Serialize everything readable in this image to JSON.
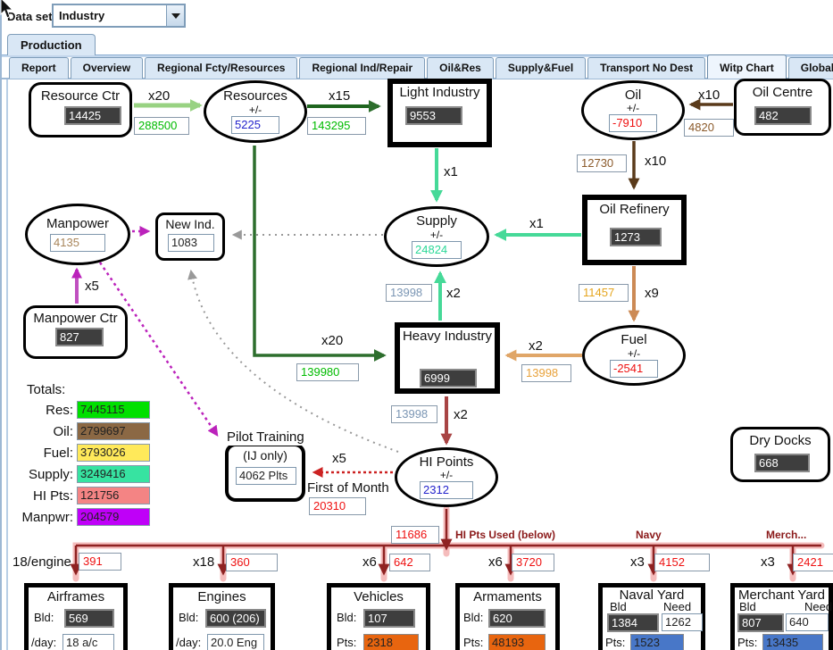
{
  "toolbar": {
    "dataset_label": "Data set:",
    "dataset_value": "Industry"
  },
  "tabs": {
    "production": "Production",
    "selected": "Witp Chart",
    "items": [
      {
        "label": "Report"
      },
      {
        "label": "Overview"
      },
      {
        "label": "Regional Fcty/Resources"
      },
      {
        "label": "Regional Ind/Repair"
      },
      {
        "label": "Oil&Res"
      },
      {
        "label": "Supply&Fuel"
      },
      {
        "label": "Transport No Dest"
      },
      {
        "label": "Witp Chart"
      },
      {
        "label": "Global"
      }
    ]
  },
  "nodes": {
    "resource_ctr": {
      "title": "Resource Ctr",
      "value": "14425"
    },
    "resources": {
      "title": "Resources",
      "subtitle": "+/-",
      "value": "5225"
    },
    "light_industry": {
      "title": "Light Industry",
      "value": "9553"
    },
    "oil": {
      "title": "Oil",
      "subtitle": "+/-",
      "value": "-7910"
    },
    "oil_centre": {
      "title": "Oil Centre",
      "value": "482"
    },
    "manpower": {
      "title": "Manpower",
      "value": "4135"
    },
    "new_ind": {
      "title": "New Ind.",
      "value": "1083"
    },
    "supply": {
      "title": "Supply",
      "subtitle": "+/-",
      "value": "24824"
    },
    "oil_refinery": {
      "title": "Oil Refinery",
      "value": "1273"
    },
    "manpower_ctr": {
      "title": "Manpower Ctr",
      "value": "827"
    },
    "heavy_industry": {
      "title": "Heavy Industry",
      "value": "6999"
    },
    "fuel": {
      "title": "Fuel",
      "subtitle": "+/-",
      "value": "-2541"
    },
    "pilot_training": {
      "title": "Pilot Training",
      "subtitle": "(IJ only)",
      "value": "4062 Plts"
    },
    "hi_points": {
      "title": "HI Points",
      "subtitle": "+/-",
      "value": "2312"
    },
    "dry_docks": {
      "title": "Dry Docks",
      "value": "668"
    }
  },
  "flows": {
    "res_to_resources": {
      "mult": "x20",
      "value": "288500"
    },
    "resources_to_light": {
      "mult": "x15",
      "value": "143295"
    },
    "light_to_supply": {
      "mult": "x1"
    },
    "centre_to_oil": {
      "mult": "x10",
      "value": "4820"
    },
    "oil_to_refinery": {
      "mult": "x10",
      "value": "12730"
    },
    "refinery_to_supply": {
      "mult": "x1"
    },
    "refinery_to_fuel": {
      "mult": "x9",
      "value": "11457"
    },
    "fuel_to_heavy": {
      "mult": "x2",
      "value": "13998"
    },
    "resources_to_heavy": {
      "mult": "x20",
      "value": "139980"
    },
    "heavy_to_supply": {
      "mult": "x2",
      "value": "13998"
    },
    "heavy_to_hi": {
      "mult": "x2",
      "value": "13998"
    },
    "hi_to_pilot": {
      "mult": "x5"
    },
    "manpower_boost": {
      "mult": "x5"
    },
    "hi_used": {
      "value": "11686"
    },
    "first_of_month": {
      "label": "First of Month",
      "value": "20310"
    },
    "airframes_feed": {
      "mult": "18/engine",
      "value": "391"
    },
    "engines_feed": {
      "mult": "x18",
      "value": "360"
    },
    "vehicles_feed": {
      "mult": "x6",
      "value": "642"
    },
    "armaments_feed": {
      "mult": "x6",
      "value": "3720"
    },
    "naval_feed": {
      "mult": "x3",
      "value": "4152"
    },
    "merchant_feed": {
      "mult": "x3",
      "value": "2421"
    }
  },
  "labels": {
    "hi_pts_used": "HI Pts Used (below)",
    "navy": "Navy",
    "merch": "Merch..."
  },
  "totals": {
    "title": "Totals:",
    "rows": [
      {
        "label": "Res:",
        "value": "7445115",
        "color": "#00e000"
      },
      {
        "label": "Oil:",
        "value": "2799697",
        "color": "#8b6844"
      },
      {
        "label": "Fuel:",
        "value": "3793026",
        "color": "#ffe95a"
      },
      {
        "label": "Supply:",
        "value": "3249416",
        "color": "#37e3a1"
      },
      {
        "label": "HI Pts:",
        "value": "121756",
        "color": "#f48484"
      },
      {
        "label": "Manpwr:",
        "value": "204579",
        "color": "#bf00f8"
      }
    ]
  },
  "factories": {
    "airframes": {
      "title": "Airframes",
      "bld_label": "Bld:",
      "bld": "569",
      "rate_label": "/day:",
      "rate": "18 a/c"
    },
    "engines": {
      "title": "Engines",
      "bld_label": "Bld:",
      "bld": "600 (206)",
      "rate_label": "/day:",
      "rate": "20.0 Eng"
    },
    "vehicles": {
      "title": "Vehicles",
      "bld_label": "Bld:",
      "bld": "107",
      "pts_label": "Pts:",
      "pts": "2318"
    },
    "armaments": {
      "title": "Armaments",
      "bld_label": "Bld:",
      "bld": "620",
      "pts_label": "Pts:",
      "pts": "48193"
    },
    "naval_yard": {
      "title": "Naval Yard",
      "bld_col": "Bld",
      "need_col": "Need",
      "bld": "1384",
      "need": "1262",
      "pts_label": "Pts:",
      "pts": "1523"
    },
    "merchant_yard": {
      "title": "Merchant Yard",
      "bld_col": "Bld",
      "need_col": "Need",
      "bld": "807",
      "need": "640",
      "pts_label": "Pts:",
      "pts": "13435"
    }
  },
  "colors": {
    "pts_orange": "#e8650f",
    "pts_blue": "#4877c8"
  }
}
